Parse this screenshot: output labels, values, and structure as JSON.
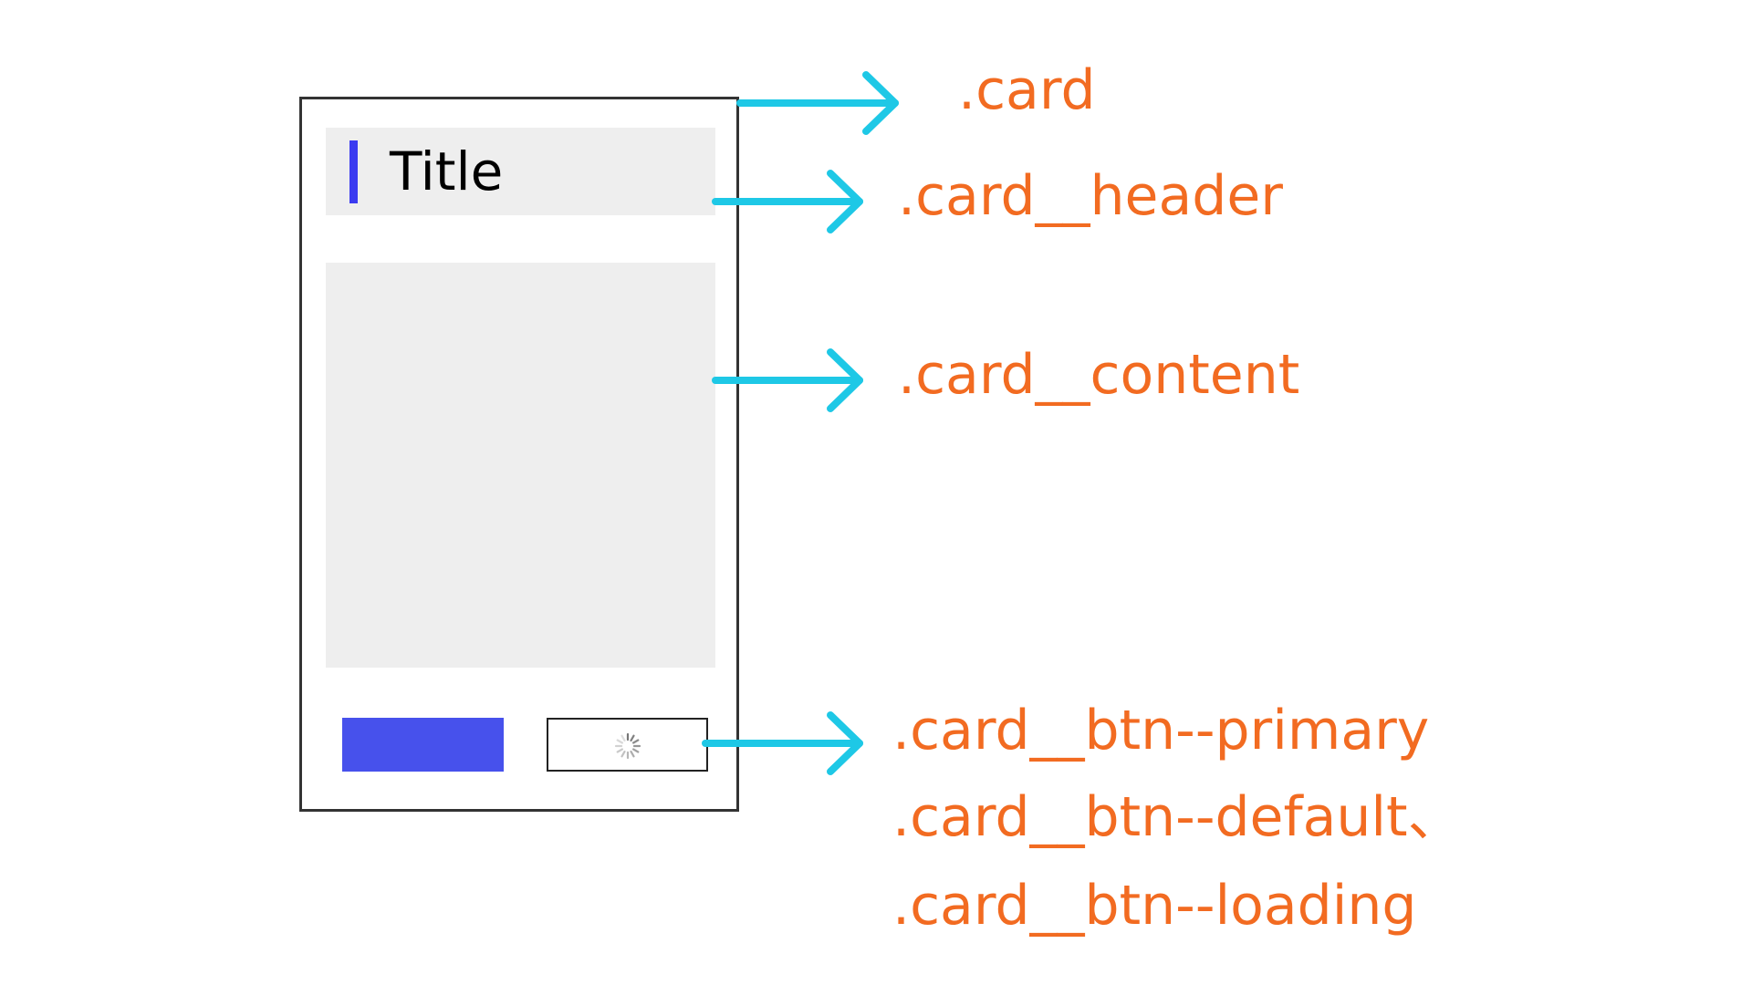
{
  "card": {
    "title": "Title"
  },
  "labels": {
    "card": ".card",
    "header": ".card__header",
    "content": ".card__content",
    "btn_primary": ".card__btn--primary",
    "btn_default": ".card__btn--default、",
    "btn_loading": ".card__btn--loading"
  },
  "colors": {
    "label": "#f26b21",
    "arrow": "#1ec8e6",
    "accent_bar": "#3b3bf0",
    "primary_button": "#4751ec",
    "panel": "#eeeeee",
    "card_border": "#333333"
  },
  "icons": {
    "loading": "loading-spinner-icon"
  }
}
